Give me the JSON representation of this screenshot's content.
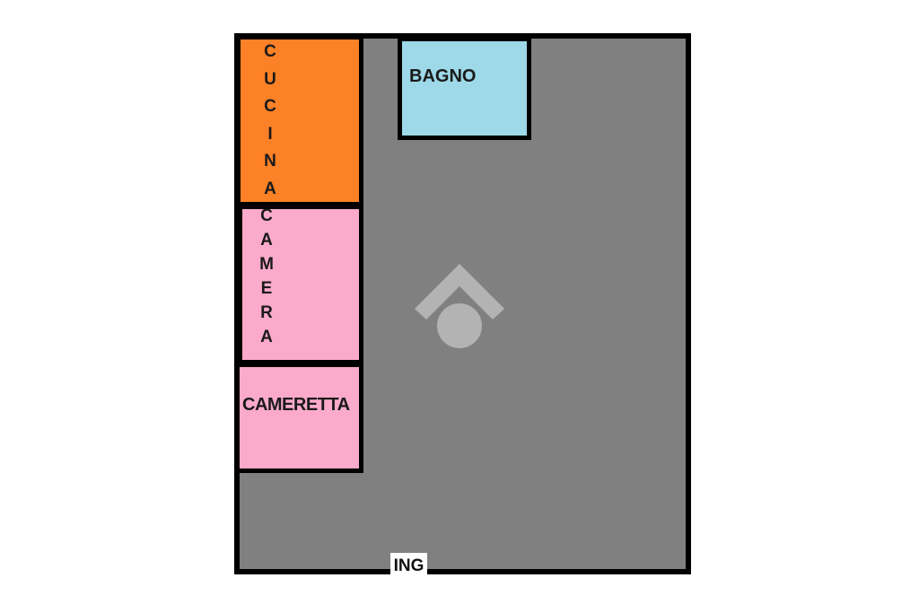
{
  "rooms": {
    "cucina": {
      "label": "CUCINA",
      "letters": [
        "C",
        "U",
        "C",
        "I",
        "N",
        "A"
      ],
      "color": "#fd8126"
    },
    "camera": {
      "label": "CAMERA",
      "letters": [
        "C",
        "A",
        "M",
        "E",
        "R",
        "A"
      ],
      "color": "#fcaacb"
    },
    "cameretta": {
      "label": "CAMERETTA",
      "color": "#fcaacb"
    },
    "bagno": {
      "label": "BAGNO",
      "color": "#9dd9e8"
    }
  },
  "entrance": {
    "label": "ING"
  },
  "colors": {
    "floor": "#808080",
    "walls": "#000000",
    "watermark": "#b3b3b3"
  },
  "watermark": {
    "icon": "house-logo-icon"
  }
}
